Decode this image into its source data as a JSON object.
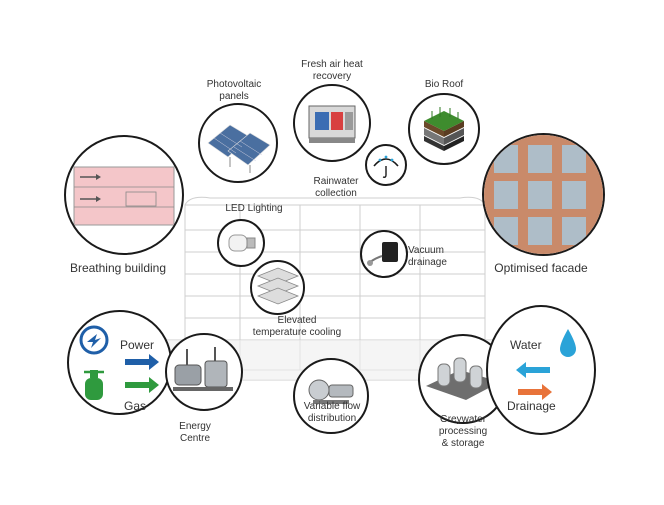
{
  "labels": {
    "photovoltaic": [
      "Photovoltaic",
      "panels"
    ],
    "fresh_air": [
      "Fresh air heat",
      "recovery"
    ],
    "bio_roof": "Bio Roof",
    "rainwater": [
      "Rainwater",
      "collection"
    ],
    "led": "LED Lighting",
    "vacuum": [
      "Vacuum",
      "drainage"
    ],
    "breathing": "Breathing building",
    "facade": "Optimised facade",
    "elevated": [
      "Elevated",
      "temperature cooling"
    ],
    "power": "Power",
    "gas": "Gas",
    "energy_centre": [
      "Energy",
      "Centre"
    ],
    "variable_flow": [
      "Variable flow",
      "distribution"
    ],
    "greywater": [
      "Greywater",
      "processing",
      "& storage"
    ],
    "water": "Water",
    "drainage": "Drainage"
  },
  "colors": {
    "outline": "#1a1a1a",
    "power_blue": "#1f5fa8",
    "gas_green": "#2f9a3e",
    "water_blue": "#2aa3d8",
    "drain_orange": "#e8733a",
    "warm_pink": "#f4c6c9"
  },
  "icons": [
    "power-icon",
    "gas-cylinder-icon",
    "water-drop-icon",
    "arrow-right-icon",
    "arrow-left-icon"
  ]
}
